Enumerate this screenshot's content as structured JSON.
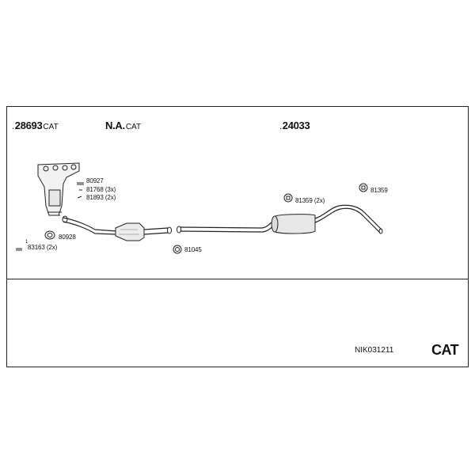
{
  "sections": {
    "left": {
      "prefix": ".",
      "number": "28693",
      "suffix": "CAT"
    },
    "middle": {
      "number": "N.A.",
      "suffix": "CAT"
    },
    "right": {
      "prefix": ".",
      "number": "24033"
    }
  },
  "parts": {
    "p80927": "80927",
    "p81768": "81768 (3x)",
    "p81893": "81893 (2x)",
    "p80928": "80928",
    "p83163_num": "1",
    "p83163": "83163 (2x)",
    "p81045": "81045",
    "p81359_2x": "81359 (2x)",
    "p81359": "81359"
  },
  "footer": {
    "code": "NIK031211",
    "type": "CAT"
  }
}
